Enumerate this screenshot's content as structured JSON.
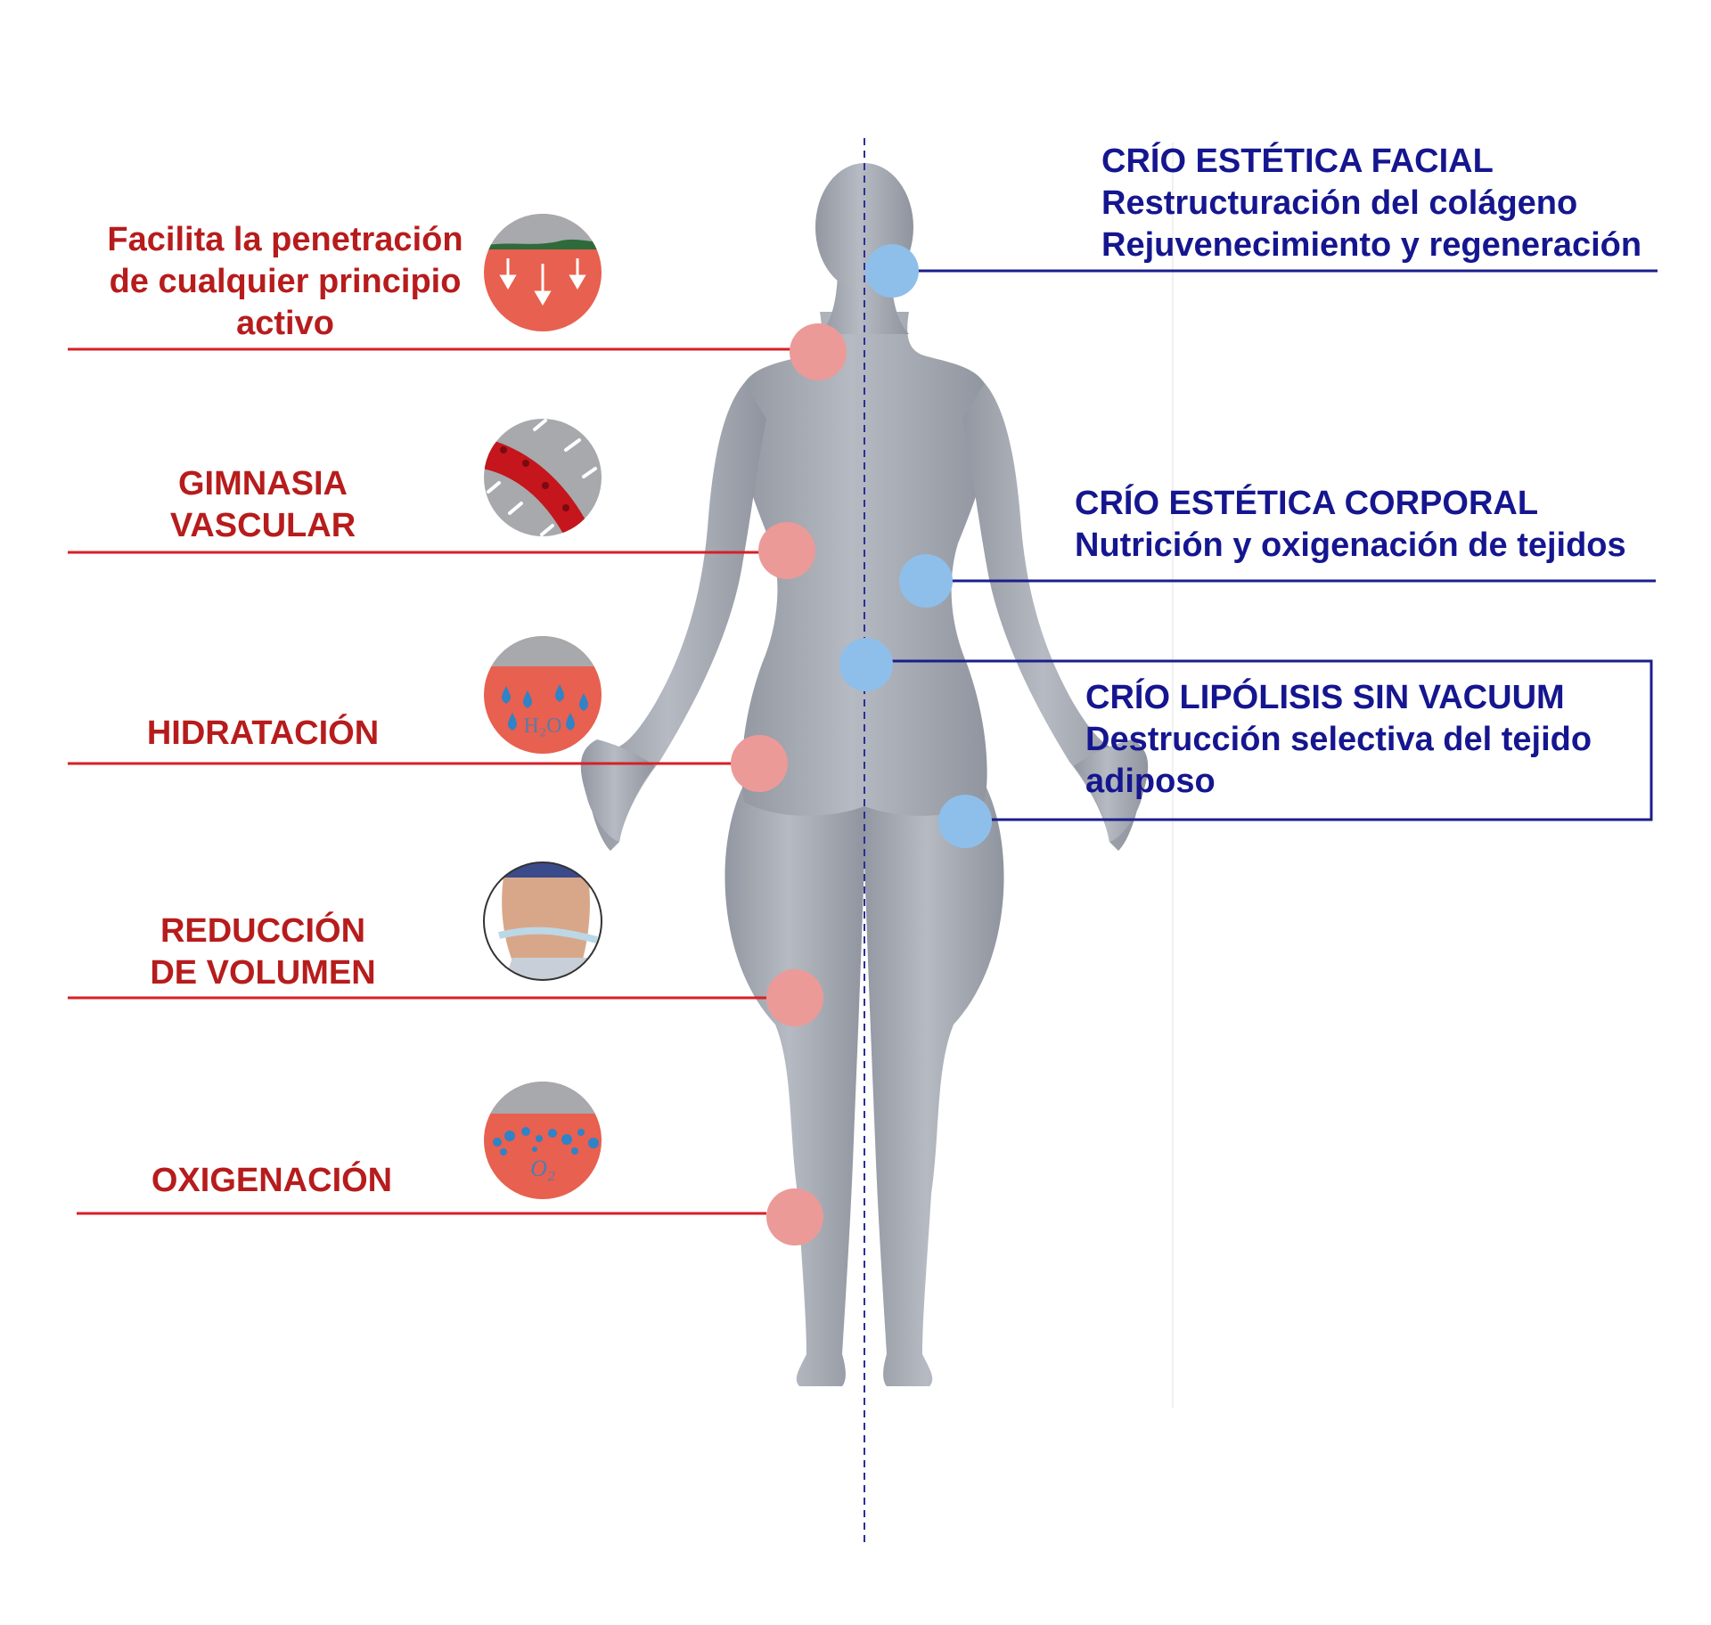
{
  "colors": {
    "red_line": "#d81f26",
    "red_text": "#b71c1c",
    "blue_line": "#1b1e8c",
    "blue_text": "#15168f",
    "pink_marker": "#eb9a98",
    "blue_marker": "#8ebfea",
    "body_gray": "#a9adb6",
    "icon_gray": "#a7a9ac",
    "icon_red": "#e8604f",
    "icon_blood": "#c4161c",
    "icon_drop": "#2f83c6"
  },
  "left_benefits": [
    {
      "lines": [
        "Facilita la penetración",
        "de cualquier principio",
        "activo"
      ],
      "icon": "skin-penetration-icon"
    },
    {
      "lines": [
        "GIMNASIA",
        "VASCULAR"
      ],
      "icon": "blood-vessel-icon"
    },
    {
      "lines": [
        "HIDRATACIÓN"
      ],
      "icon": "water-drops-icon"
    },
    {
      "lines": [
        "REDUCCIÓN",
        "DE VOLUMEN"
      ],
      "icon": "measuring-waist-icon"
    },
    {
      "lines": [
        "OXIGENACIÓN"
      ],
      "icon": "oxygen-bubbles-icon"
    }
  ],
  "right_treatments": [
    {
      "lines": [
        "CRÍO ESTÉTICA FACIAL",
        "Restructuración del colágeno",
        "Rejuvenecimiento y regeneración"
      ]
    },
    {
      "lines": [
        "CRÍO ESTÉTICA CORPORAL",
        "Nutrición y oxigenación de tejidos"
      ]
    },
    {
      "lines": [
        "CRÍO LIPÓLISIS SIN VACUUM",
        "Destrucción selectiva del tejido",
        "adiposo"
      ]
    }
  ],
  "icon_text": {
    "water": "H₂O",
    "oxygen": "O₂"
  }
}
